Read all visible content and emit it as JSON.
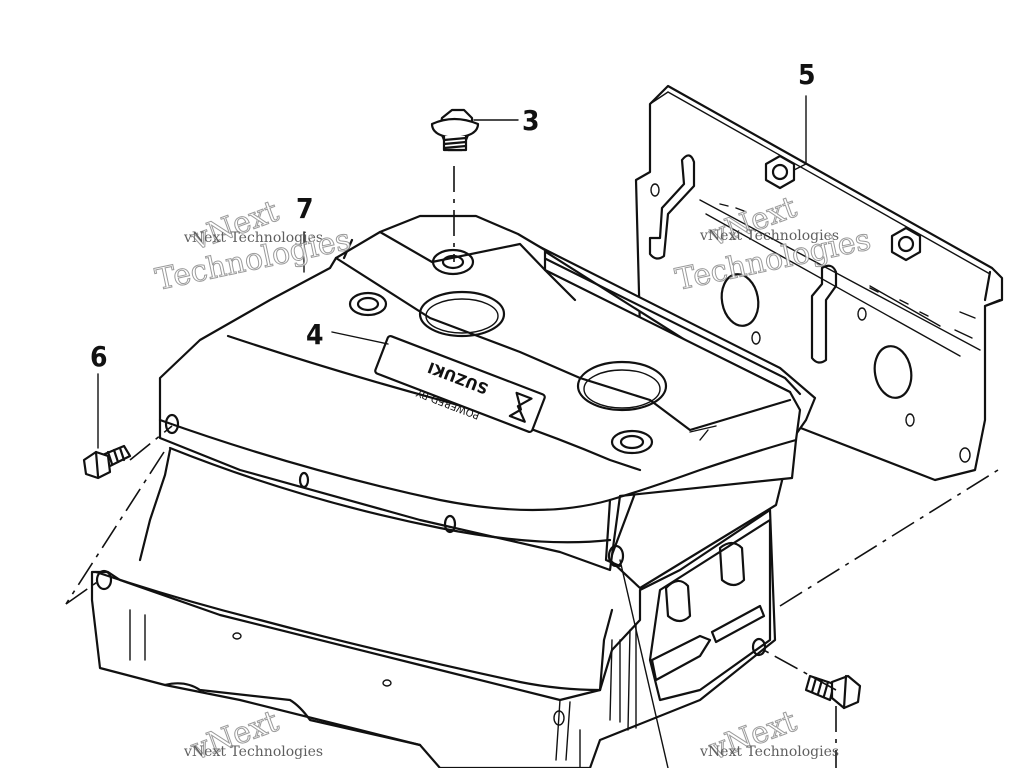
{
  "callouts": {
    "c3": "3",
    "c4": "4",
    "c5": "5",
    "c6": "6",
    "c7": "7"
  },
  "badge": {
    "brand": "SUZUKI",
    "sub": "POWERED BY"
  },
  "watermarks": {
    "line1": "vNext",
    "line2": "Technologies",
    "small": "vNext Technologies"
  }
}
